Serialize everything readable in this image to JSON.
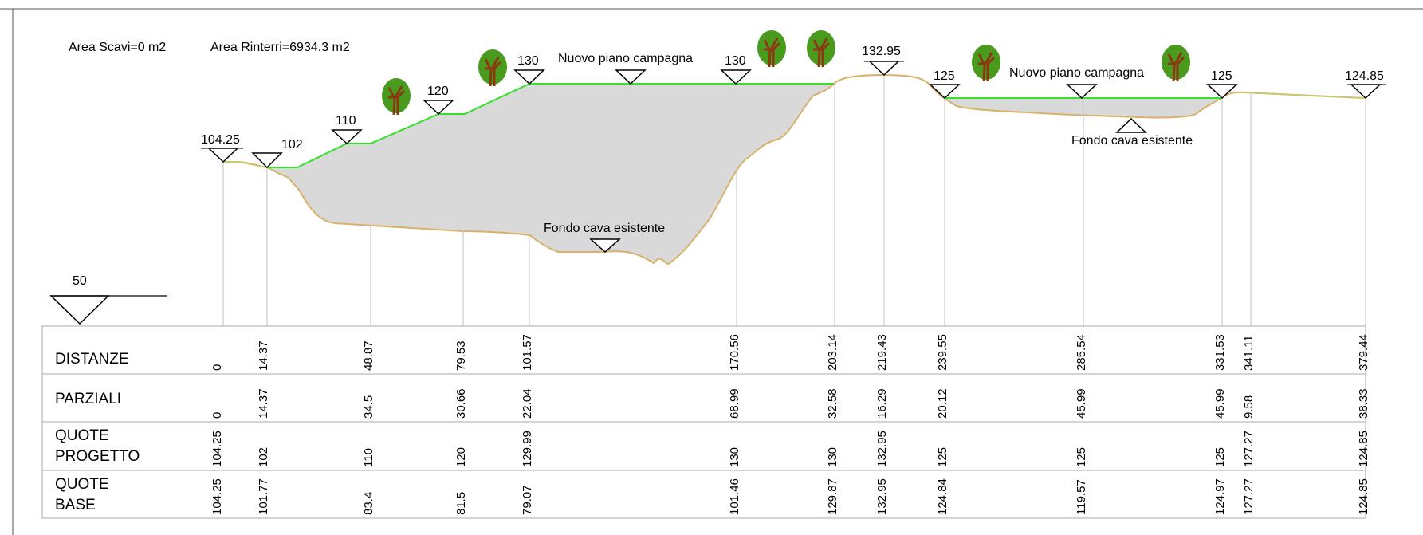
{
  "header": {
    "area_scavi": "Area Scavi=0 m2",
    "area_rinterri": "Area Rinterri=6934.3 m2"
  },
  "scale_label": "50",
  "table": {
    "row_labels": {
      "distanze": "DISTANZE",
      "parziali": "PARZIALI",
      "quote_progetto_1": "QUOTE",
      "quote_progetto_2": "PROGETTO",
      "quote_base_1": "QUOTE",
      "quote_base_2": "BASE"
    },
    "distanze": [
      "0",
      "14.37",
      "48.87",
      "79.53",
      "101.57",
      "170.56",
      "203.14",
      "219.43",
      "239.55",
      "285.54",
      "331.53",
      "341.11",
      "379.44"
    ],
    "parziali": [
      "0",
      "14.37",
      "34.5",
      "30.66",
      "22.04",
      "68.99",
      "32.58",
      "16.29",
      "20.12",
      "45.99",
      "45.99",
      "9.58",
      "38.33"
    ],
    "quote_progetto": [
      "104.25",
      "102",
      "110",
      "120",
      "129.99",
      "130",
      "130",
      "132.95",
      "125",
      "125",
      "125",
      "127.27",
      "124.85"
    ],
    "quote_base": [
      "104.25",
      "101.77",
      "83.4",
      "81.5",
      "79.07",
      "101.46",
      "129.87",
      "132.95",
      "124.84",
      "119.57",
      "124.97",
      "127.27",
      "124.85"
    ]
  },
  "elevation_markers": [
    "104.25",
    "102",
    "110",
    "120",
    "130",
    "130",
    "132.95",
    "125",
    "125",
    "124.85"
  ],
  "annotations": {
    "nuovo_piano_1": "Nuovo piano campagna",
    "nuovo_piano_2": "Nuovo piano campagna",
    "fondo_cava_1": "Fondo cava esistente",
    "fondo_cava_2": "Fondo cava esistente"
  },
  "colors": {
    "fill": "#d9d9d9",
    "existing_ground": "#d8b26a",
    "new_ground": "#33e02a",
    "grid": "#cccccc",
    "tree_trunk": "#8a3a12",
    "tree_crown": "#4a9a1e"
  },
  "icons": [
    "tree-icon"
  ]
}
